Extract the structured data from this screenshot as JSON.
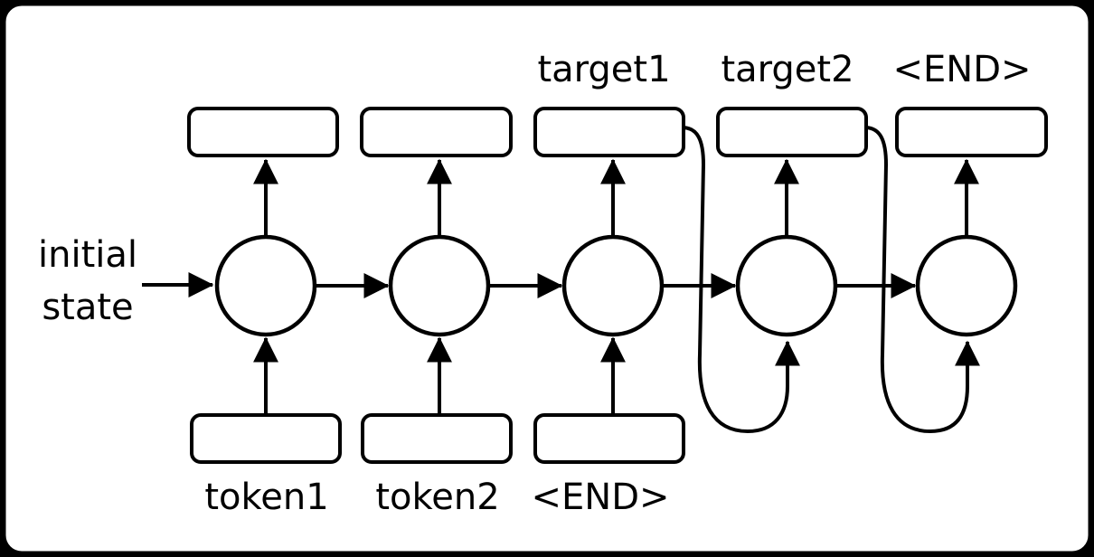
{
  "colors": {
    "ink": "#000000",
    "paper": "#ffffff"
  },
  "left_label": {
    "line1": "initial",
    "line2": "state"
  },
  "top_labels": [
    "target1",
    "target2",
    "<END>"
  ],
  "bottom_labels": [
    "token1",
    "token2",
    "<END>"
  ]
}
